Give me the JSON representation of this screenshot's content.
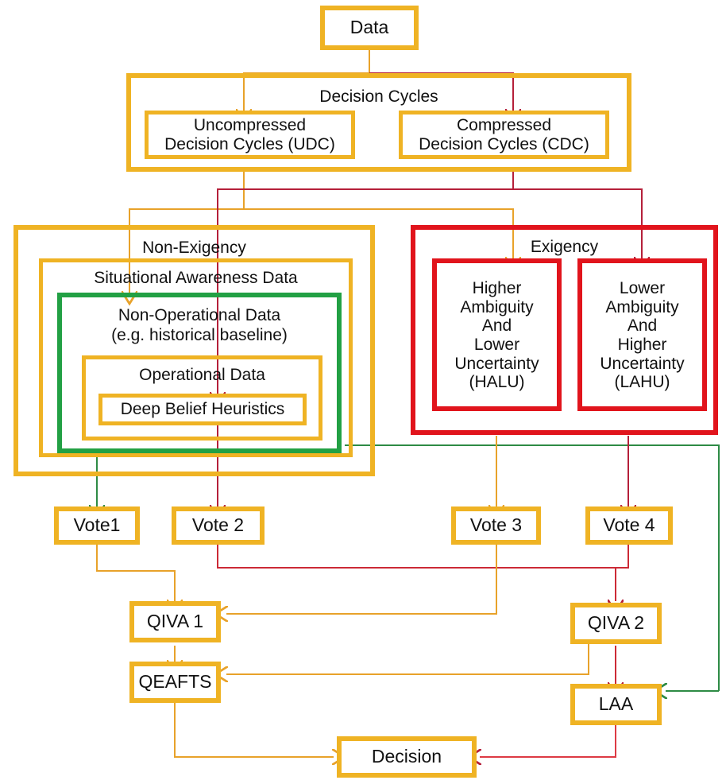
{
  "diagram": {
    "title": "Decision Cycle Flow Diagram",
    "colors": {
      "gold": "#EFB324",
      "red": "#E1141C",
      "green": "#22A044",
      "text": "#111111",
      "background": "#FFFFFF"
    },
    "nodes": {
      "data": "Data",
      "decision_cycles_group": "Decision Cycles",
      "udc": "Uncompressed\nDecision Cycles (UDC)",
      "udc_line1": "Uncompressed",
      "udc_line2": "Decision Cycles (UDC)",
      "cdc_line1": "Compressed",
      "cdc_line2": "Decision Cycles (CDC)",
      "non_exigency_group": "Non-Exigency",
      "situational_awareness_group": "Situational Awareness Data",
      "non_operational_line1": "Non-Operational Data",
      "non_operational_line2": "(e.g. historical baseline)",
      "operational_data_group": "Operational Data",
      "deep_belief": "Deep Belief Heuristics",
      "exigency_group": "Exigency",
      "halu_lines": [
        "Higher",
        "Ambiguity",
        "And",
        "Lower",
        "Uncertainty",
        "(HALU)"
      ],
      "lahu_lines": [
        "Lower",
        "Ambiguity",
        "And",
        "Higher",
        "Uncertainty",
        "(LAHU)"
      ],
      "vote1": "Vote1",
      "vote2": "Vote 2",
      "vote3": "Vote 3",
      "vote4": "Vote 4",
      "qiva1": "QIVA 1",
      "qiva2": "QIVA 2",
      "qeafts": "QEAFTS",
      "laa": "LAA",
      "decision": "Decision"
    }
  }
}
